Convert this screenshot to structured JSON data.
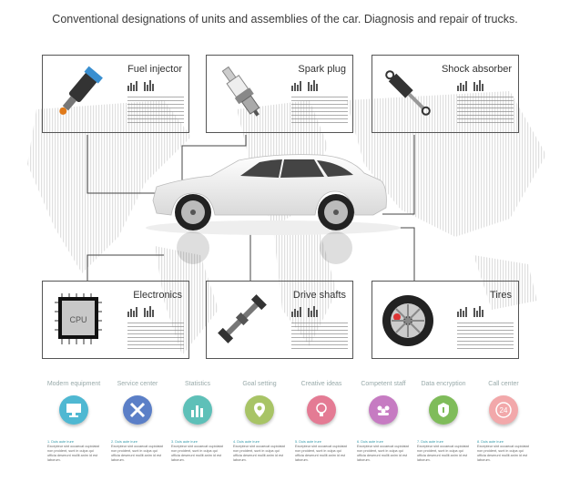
{
  "title": "Conventional designations of units and assemblies of the car. Diagnosis and repair of trucks.",
  "panels": [
    {
      "label": "Fuel injector",
      "icon": "fuel-injector-icon"
    },
    {
      "label": "Spark plug",
      "icon": "spark-plug-icon"
    },
    {
      "label": "Shock absorber",
      "icon": "shock-absorber-icon"
    },
    {
      "label": "Electronics",
      "icon": "cpu-chip-icon",
      "chip_label": "CPU"
    },
    {
      "label": "Drive shafts",
      "icon": "drive-shaft-icon"
    },
    {
      "label": "Tires",
      "icon": "tire-icon"
    }
  ],
  "categories": [
    {
      "label": "Modern equipment",
      "icon": "monitor-icon",
      "color": "#4fb8d2",
      "num": "1.",
      "heading": "Duis aute irure",
      "text": "Excepteur sint occaecat cupidatat non proident, sunt in culpa qui officia deserunt mollit anim id est laborum."
    },
    {
      "label": "Service center",
      "icon": "tools-icon",
      "color": "#5b7fc7",
      "num": "2.",
      "heading": "Duis aute irure",
      "text": "Excepteur sint occaecat cupidatat non proident, sunt in culpa qui officia deserunt mollit anim id est laborum."
    },
    {
      "label": "Statistics",
      "icon": "bar-chart-icon",
      "color": "#5ec0b8",
      "num": "3.",
      "heading": "Duis aute irure",
      "text": "Excepteur sint occaecat cupidatat non proident, sunt in culpa qui officia deserunt mollit anim id est laborum."
    },
    {
      "label": "Goal setting",
      "icon": "map-pin-icon",
      "color": "#a8c466",
      "num": "4.",
      "heading": "Duis aute irure",
      "text": "Excepteur sint occaecat cupidatat non proident, sunt in culpa qui officia deserunt mollit anim id est laborum."
    },
    {
      "label": "Creative ideas",
      "icon": "light-bulb-icon",
      "color": "#e47b94",
      "num": "5.",
      "heading": "Duis aute irure",
      "text": "Excepteur sint occaecat cupidatat non proident, sunt in culpa qui officia deserunt mollit anim id est laborum."
    },
    {
      "label": "Competent staff",
      "icon": "team-icon",
      "color": "#c67bc2",
      "num": "6.",
      "heading": "Duis aute irure",
      "text": "Excepteur sint occaecat cupidatat non proident, sunt in culpa qui officia deserunt mollit anim id est laborum."
    },
    {
      "label": "Data encryption",
      "icon": "shield-lock-icon",
      "color": "#7fbc5a",
      "num": "7.",
      "heading": "Duis aute irure",
      "text": "Excepteur sint occaecat cupidatat non proident, sunt in culpa qui officia deserunt mollit anim id est laborum."
    },
    {
      "label": "Call center",
      "icon": "support-24-icon",
      "color": "#f2a8aa",
      "num": "8.",
      "heading": "Duis aute irure",
      "text": "Excepteur sint occaecat cupidatat non proident, sunt in culpa qui officia deserunt mollit anim id est laborum.",
      "badge": "24"
    }
  ]
}
